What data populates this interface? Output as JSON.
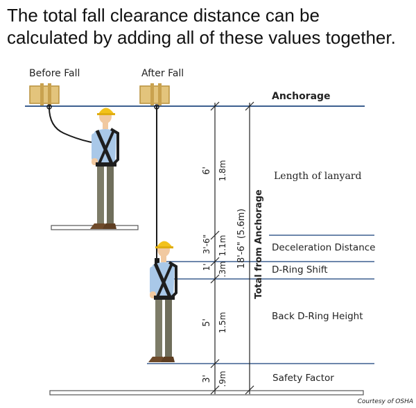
{
  "heading": {
    "line1": "The total fall clearance distance can be",
    "line2": "calculated by adding all of these values together."
  },
  "figure": {
    "before_fall_label": "Before Fall",
    "after_fall_label": "After Fall",
    "anchorage_label": "Anchorage",
    "segments": {
      "lanyard": {
        "label": "Length of lanyard",
        "imperial": "6'",
        "metric": "1.8m"
      },
      "deceleration": {
        "label": "Deceleration Distance",
        "imperial": "3'-6\"",
        "metric": "1.1m"
      },
      "dring_shift": {
        "label": "D-Ring Shift",
        "imperial": "1'",
        "metric": ".3m"
      },
      "dring_height": {
        "label": "Back D-Ring Height",
        "imperial": "5'",
        "metric": "1.5m"
      },
      "safety_factor": {
        "label": "Safety Factor",
        "imperial": "3'",
        "metric": ".9m"
      }
    },
    "total_value": "18'-6\" (5.6m)",
    "total_label": "Total from Anchorage",
    "credit": "Courtesy of OSHA"
  },
  "colors": {
    "guide_line": "#3c5f8f",
    "lanyard": "#1a1a1a",
    "beam": "#e3c47c",
    "beam_edge": "#b8913d",
    "hard_hat": "#f2c21b",
    "shirt": "#a9c8e8",
    "pants": "#7d7c68",
    "harness": "#1e1e1e",
    "skin": "#f1c9a0",
    "boots": "#6e4a2a"
  }
}
